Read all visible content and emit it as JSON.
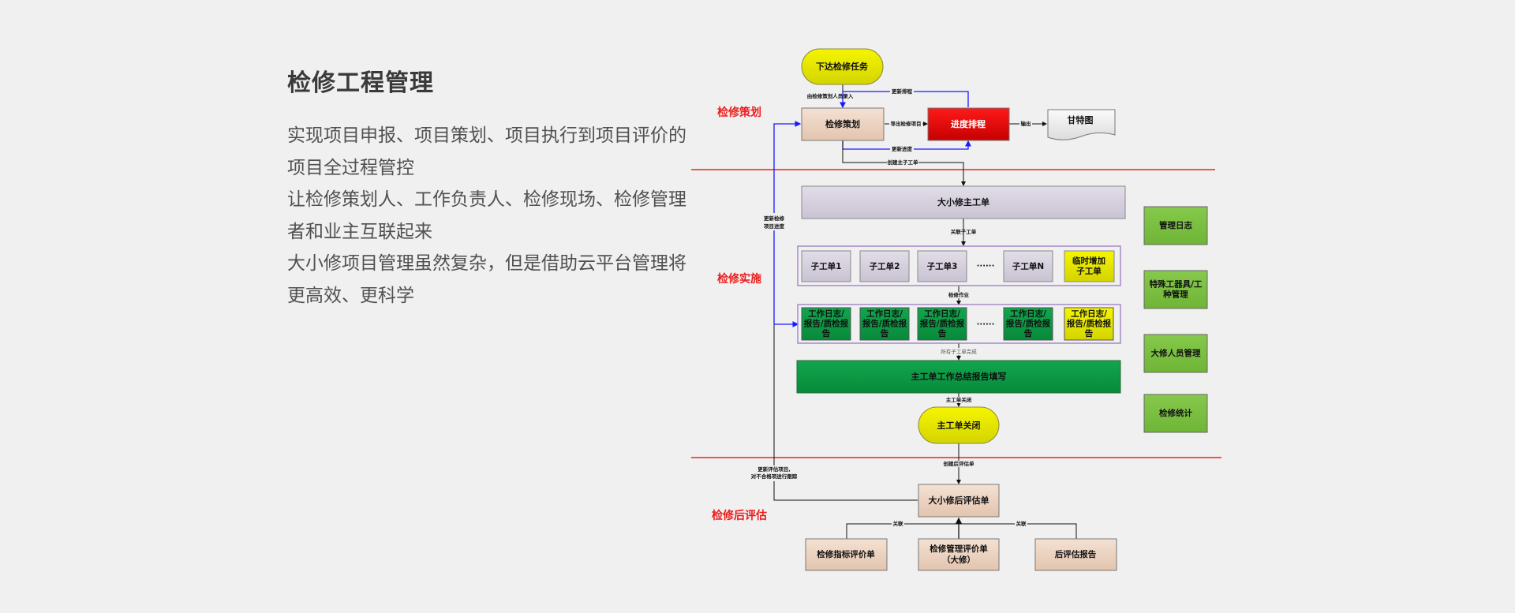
{
  "slide": {
    "title": "检修工程管理",
    "paragraphs": [
      "实现项目申报、项目策划、项目执行到项目评价的项目全过程管控",
      "让检修策划人、工作负责人、检修现场、检修管理者和业主互联起来",
      "大小修项目管理虽然复杂，但是借助云平台管理将更高效、更科学"
    ]
  },
  "diagram": {
    "phases": {
      "planning": "检修策划",
      "execution": "检修实施",
      "evaluation": "检修后评估"
    },
    "nodes": {
      "issue_task": "下达检修任务",
      "planning": "检修策划",
      "schedule": "进度排程",
      "gantt": "甘特图",
      "main_order": "大小修主工单",
      "sub_orders": [
        "子工单1",
        "子工单2",
        "子工单3",
        "子工单N"
      ],
      "temp_sub_order": [
        "临时增加",
        "子工单"
      ],
      "ellipsis": "······",
      "work_logs": [
        "工作日志/",
        "报告/质检报",
        "告"
      ],
      "summary_report": "主工单工作总结报告填写",
      "close_main": "主工单关闭",
      "post_eval": "大小修后评估单",
      "eval_index": "检修指标评价单",
      "eval_mgmt": [
        "检修管理评价单",
        "（大修）"
      ],
      "post_report": "后评估报告"
    },
    "side_modules": [
      [
        "管理日志"
      ],
      [
        "特殊工器具/工",
        "种管理"
      ],
      [
        "大修人员管理"
      ],
      [
        "检修统计"
      ]
    ],
    "edge_labels": {
      "entry": "由检修策划人员录入",
      "update_schedule": "更新排程",
      "export_items": "导出检修项目",
      "output": "输出",
      "update_progress": "更新进度",
      "create_orders": "创建主子工单",
      "link_sub": "关联子工单",
      "update_items": [
        "更新检修",
        "项目进度"
      ],
      "repair_work": "检修作业",
      "all_done": "所有子工单完成",
      "close": "主工单关闭",
      "create_eval": "创建后评估单",
      "update_eval": [
        "更新评估项目,",
        "对不合格项进行跟踪"
      ],
      "link_left": "关联",
      "link_right": "关联"
    },
    "colors": {
      "phase_line": "#ee2222",
      "feedback_line": "#1a1aff",
      "flow_line": "#111111",
      "yellow": "#e6e600",
      "red": "#e00000",
      "peach": "#ecd3c0",
      "lavender": "#d6d0de",
      "green": "#0a9a45",
      "lime": "#7cc243"
    }
  }
}
